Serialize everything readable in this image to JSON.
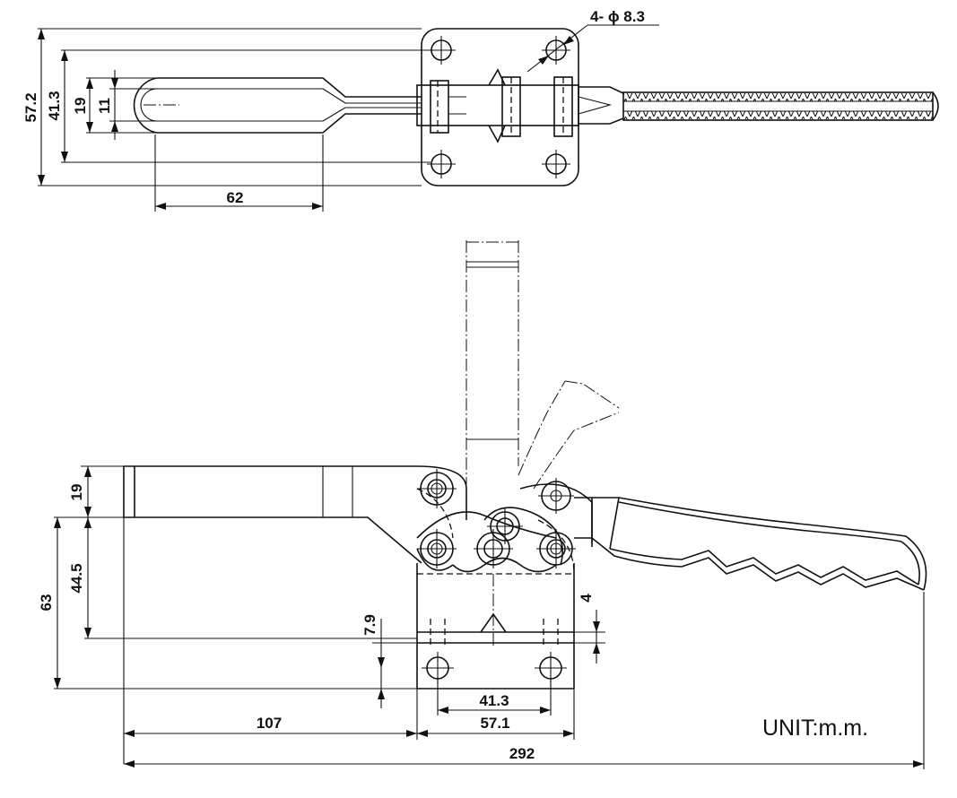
{
  "drawing": {
    "unit_label": "UNIT:m.m.",
    "top_view": {
      "hole_callout": "4- ϕ 8.3",
      "dim_total_width": "57.2",
      "dim_hole_spacing": "41.3",
      "dim_fork_outer": "19",
      "dim_fork_slot": "11",
      "dim_fork_length": "62"
    },
    "side_view": {
      "dim_arm_height": "19",
      "dim_pivot_height": "44.5",
      "dim_total_height": "63",
      "dim_base_offset": "7.9",
      "dim_base_thickness": "4",
      "dim_base_hole_spacing": "41.3",
      "dim_base_width": "57.1",
      "dim_reach": "107",
      "dim_overall_length": "292"
    }
  }
}
